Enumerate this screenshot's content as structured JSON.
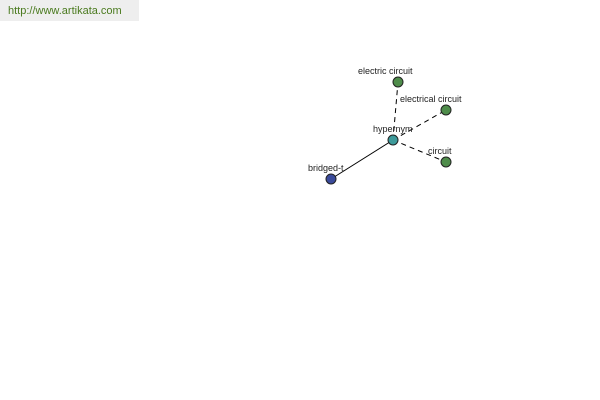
{
  "banner": {
    "url": "http://www.artikata.com"
  },
  "colors": {
    "background": "#ffffff",
    "banner_background": "#eeeeee",
    "banner_text": "#4a7a1e",
    "center_node": "#3d9a9a",
    "related_node": "#4e8c4a",
    "source_node": "#3a4a9a",
    "edge": "#000000"
  },
  "graph": {
    "nodes": [
      {
        "id": "hypernym",
        "label": "hypernym",
        "kind": "center"
      },
      {
        "id": "bridged-t",
        "label": "bridged-t",
        "kind": "source"
      },
      {
        "id": "electric-circuit",
        "label": "electric circuit",
        "kind": "related"
      },
      {
        "id": "electrical-circuit",
        "label": "electrical circuit",
        "kind": "related"
      },
      {
        "id": "circuit",
        "label": "circuit",
        "kind": "related"
      }
    ],
    "edges": [
      {
        "from": "bridged-t",
        "to": "hypernym",
        "style": "solid"
      },
      {
        "from": "hypernym",
        "to": "electric-circuit",
        "style": "dashed"
      },
      {
        "from": "hypernym",
        "to": "electrical-circuit",
        "style": "dashed"
      },
      {
        "from": "hypernym",
        "to": "circuit",
        "style": "dashed"
      }
    ]
  }
}
